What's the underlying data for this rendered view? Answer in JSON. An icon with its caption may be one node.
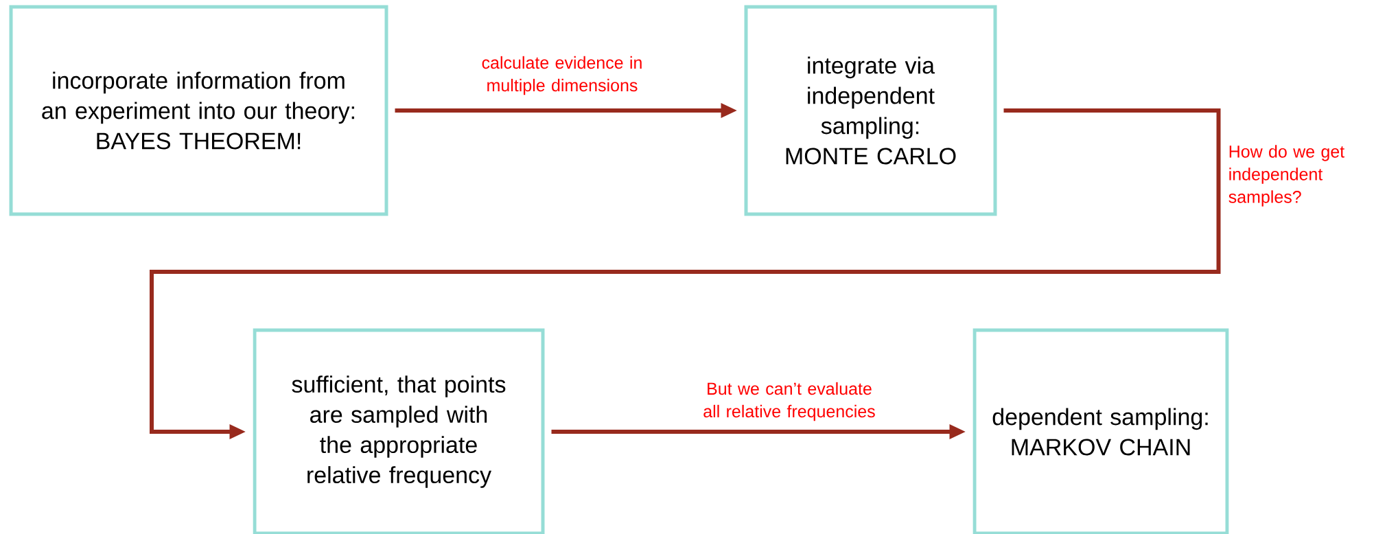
{
  "diagram": {
    "nodes": [
      {
        "text": [
          "incorporate information from an experiment into our theory:",
          "BAYES THEOREM!"
        ]
      },
      {
        "text": [
          "integrate via independent sampling:",
          "MONTE CARLO"
        ]
      },
      {
        "text": [
          "sufficient, that points are sampled with the appropriate relative frequency"
        ]
      },
      {
        "text": [
          "dependent sampling:",
          "MARKOV CHAIN"
        ]
      }
    ],
    "edges": [
      {
        "from": 0,
        "to": 1,
        "arrow": "to",
        "label": "calculate evidence in multiple dimensions"
      },
      {
        "from": 1,
        "to": 2,
        "arrow": "to",
        "label": "How do we get independent samples?"
      },
      {
        "from": 2,
        "to": 3,
        "arrow": "to",
        "label": "But we can’t evaluate all relative frequencies"
      }
    ]
  }
}
